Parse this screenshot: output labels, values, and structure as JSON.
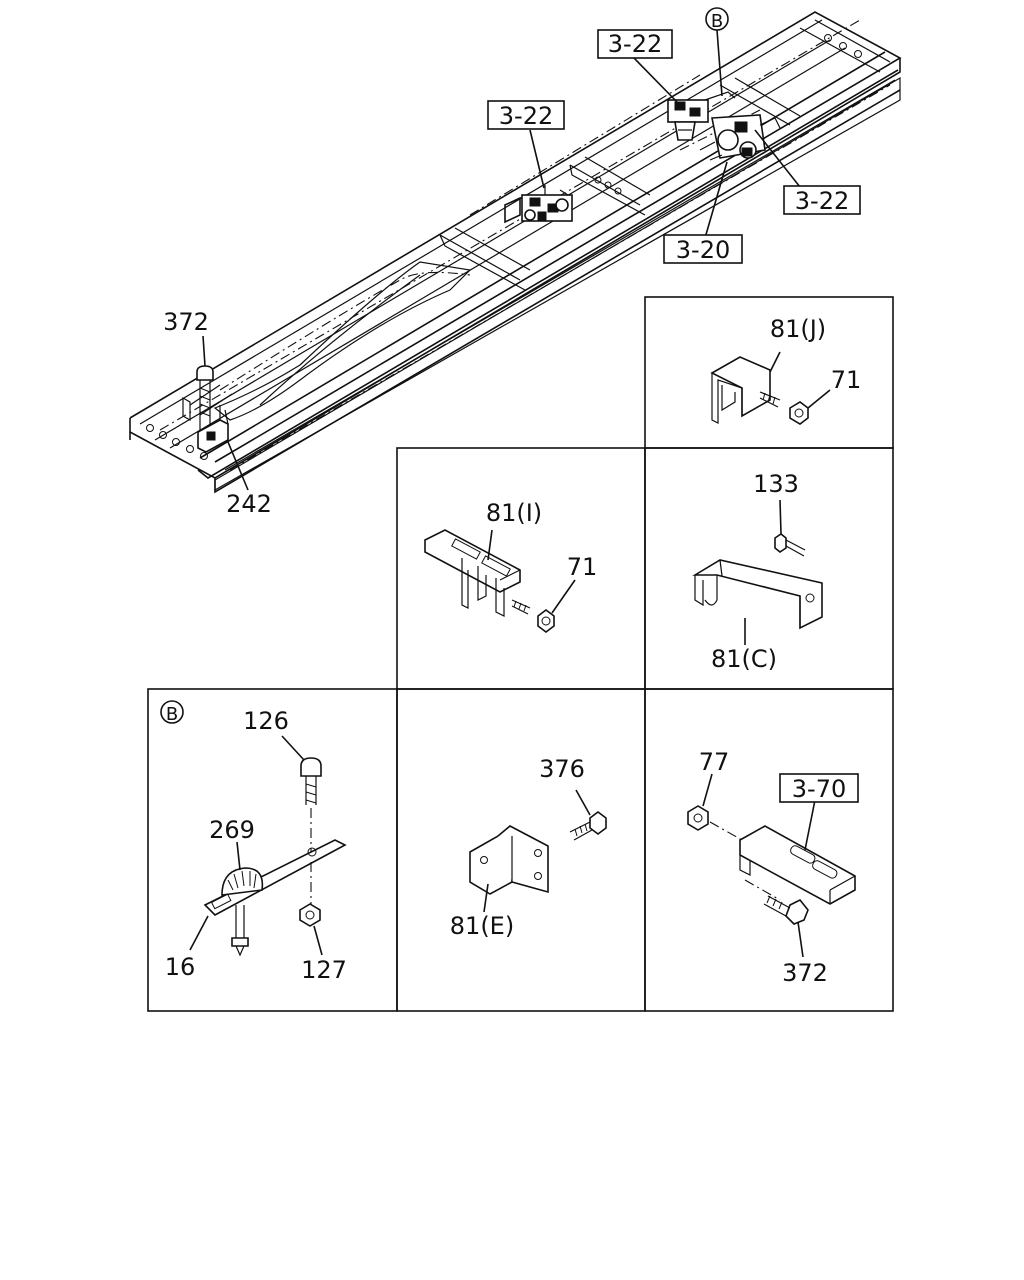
{
  "main_view": {
    "refs": {
      "r1": "3-22",
      "r2": "3-22",
      "r3": "3-22",
      "r4": "3-20"
    },
    "callout_b": "B",
    "labels": {
      "bolt": "372",
      "bracket": "242"
    }
  },
  "panels": {
    "panel_j": {
      "part": "81(J)",
      "nut": "71"
    },
    "panel_i": {
      "part": "81(I)",
      "nut": "71"
    },
    "panel_c": {
      "part": "81(C)",
      "bolt": "133"
    },
    "panel_b": {
      "callout": "B",
      "bolt": "126",
      "clamp": "269",
      "bracket": "16",
      "nut": "127"
    },
    "panel_e": {
      "part": "81(E)",
      "bolt": "376"
    },
    "panel_70": {
      "ref": "3-70",
      "nut": "77",
      "bolt": "372"
    }
  }
}
